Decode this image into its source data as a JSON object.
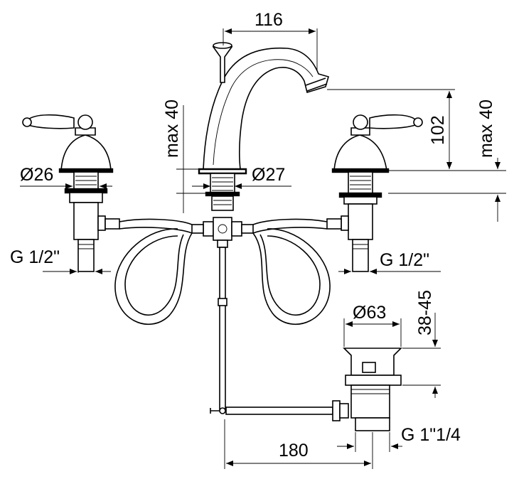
{
  "dimensions": {
    "spout_reach": "116",
    "handle_max_height": "max 40",
    "base_left_diameter": "Ø26",
    "base_center_diameter": "Ø27",
    "spout_height": "102",
    "right_max_height": "max 40",
    "thread_left": "G 1/2\"",
    "thread_right": "G 1/2\"",
    "drain_diameter": "Ø63",
    "drain_height_range": "38-45",
    "drain_thread": "G 1\"1/4",
    "center_to_drain": "180"
  }
}
